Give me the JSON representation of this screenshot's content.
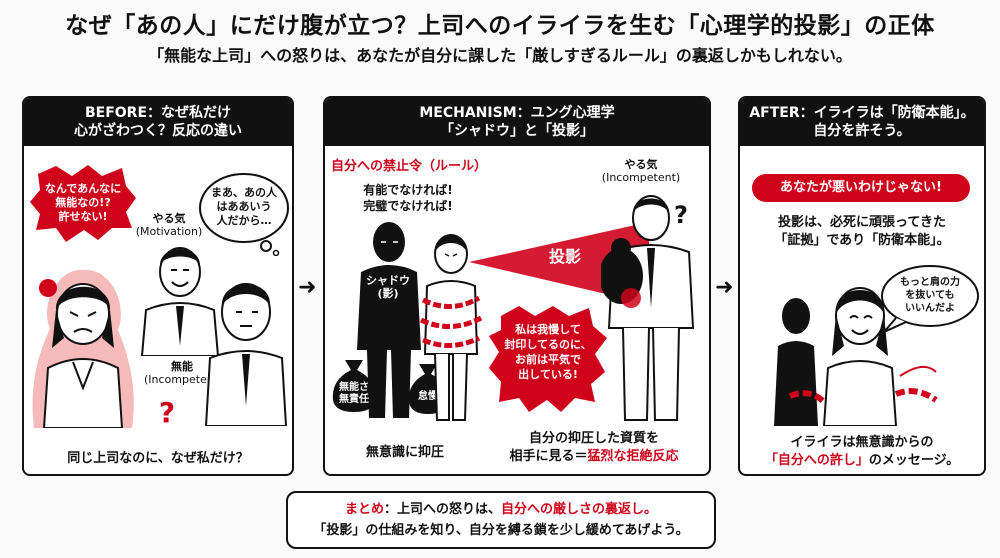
{
  "header": {
    "title": "なぜ「あの人」にだけ腹が立つ？上司へのイライラを生む「心理学的投影」の正体",
    "subtitle": "「無能な上司」への怒りは、あなたが自分に課した「厳しすぎるルール」の裏返しかもしれない。"
  },
  "before": {
    "head_line1": "BEFORE：なぜ私だけ",
    "head_line2": "心がざわつく？反応の違い",
    "angry_bubble": [
      "なんであんなに",
      "無能なの!?",
      "許せない!"
    ],
    "calm_bubble": [
      "まあ、あの人",
      "はああいう",
      "人だから…"
    ],
    "boss_label": "やる気",
    "boss_label_en": "(Motivation)",
    "incompetent_label": "無能",
    "incompetent_label_en": "(Incompetent)",
    "question_mark": "?",
    "caption": "同じ上司なのに、なぜ私だけ？"
  },
  "mechanism": {
    "head_line1": "MECHANISM：ユング心理学",
    "head_line2": "「シャドウ」と「投影」",
    "rule_title": "自分への禁止令（ルール）",
    "rule_lines": [
      "有能でなければ!",
      "完璧でなければ!"
    ],
    "shadow_label": "シャドウ",
    "shadow_label2": "(影)",
    "bag1_lines": [
      "無能さ",
      "無責任"
    ],
    "bag2_label": "怠慢",
    "projection_label": "投影",
    "boss_label": "やる気",
    "boss_label_en": "(Incompetent)",
    "question_mark": "?",
    "red_bubble": [
      "私は我慢して",
      "封印してるのに、",
      "お前は平気で",
      "出している!"
    ],
    "suppress_caption": "無意識に抑圧",
    "caption_line1": "自分の抑圧した資質を",
    "caption_line2_a": "相手に見る＝",
    "caption_line2_b": "猛烈な拒絶反応"
  },
  "after": {
    "head_line1": "AFTER：イライラは「防衛本能」。",
    "head_line2": "自分を許そう。",
    "red_pill": "あなたが悪いわけじゃない!",
    "body_line1": "投影は、必死に頑張ってきた",
    "body_line2": "「証拠」であり「防衛本能」。",
    "bubble": [
      "もっと肩の力",
      "を抜いても",
      "いいんだよ"
    ],
    "caption_line1": "イライラは無意識からの",
    "caption_line2_a": "「自分への許し」",
    "caption_line2_b": "のメッセージ。"
  },
  "summary": {
    "line1_a": "まとめ",
    "line1_b": "：上司への怒りは、",
    "line1_c": "自分への厳しさの裏返し。",
    "line2": "「投影」の仕組みを知り、自分を縛る鎖を少し緩めてあげよう。"
  },
  "colors": {
    "accent": "#d0021b",
    "ink": "#111111"
  }
}
